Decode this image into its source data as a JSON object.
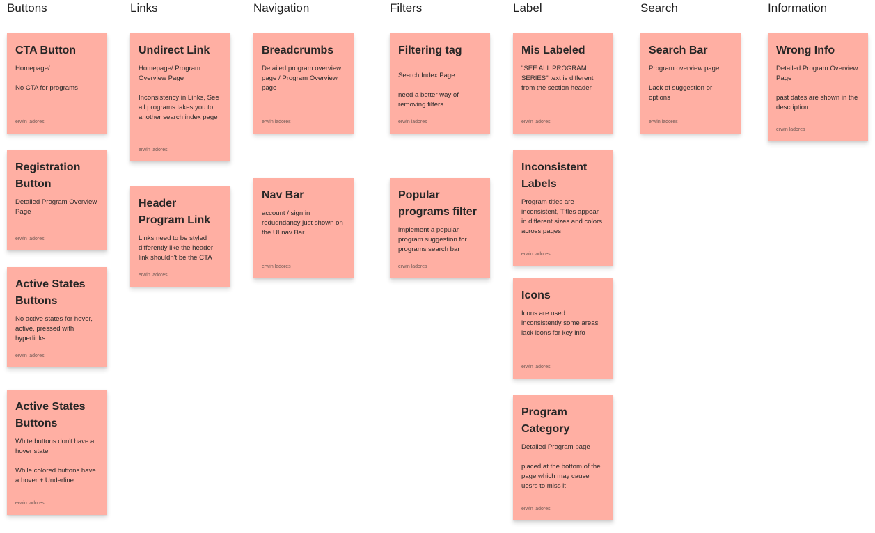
{
  "columns": [
    {
      "label": "Buttons"
    },
    {
      "label": "Links"
    },
    {
      "label": "Navigation"
    },
    {
      "label": "Filters"
    },
    {
      "label": "Label"
    },
    {
      "label": "Search"
    },
    {
      "label": "Information"
    }
  ],
  "notes": [
    {
      "title": "CTA Button",
      "body": "Homepage/\n\nNo CTA for programs",
      "author": "erwin ladores"
    },
    {
      "title": "Registration Button",
      "body": "Detailed Program Overview Page",
      "author": "erwin ladores"
    },
    {
      "title": "Active States Buttons",
      "body": "No active states for hover, active, pressed with hyperlinks",
      "author": "erwin ladores"
    },
    {
      "title": "Active States Buttons",
      "body": "White buttons don't have a hover state\n\nWhile colored buttons have a hover + Underline",
      "author": "erwin ladores"
    },
    {
      "title": "Undirect Link",
      "body": "Homepage/ Program Overview Page\n\nInconsistency in Links, See all programs takes you to another search index page",
      "author": "erwin ladores"
    },
    {
      "title": "Header Program Link",
      "body": "Links need to be styled differently like the header link shouldn't be the CTA",
      "author": "erwin ladores"
    },
    {
      "title": "Breadcrumbs",
      "body": "Detailed program overview page / Program Overview page",
      "author": "erwin ladores"
    },
    {
      "title": "Nav Bar",
      "body": "account / sign in redudndancy just shown on the UI nav Bar",
      "author": "erwin ladores"
    },
    {
      "title": "Filtering tag",
      "body": "Search Index Page\n\nneed a better way of removing filters",
      "author": "erwin ladores"
    },
    {
      "title": "Popular programs filter",
      "body": "implement a popular program suggestion for programs search bar",
      "author": "erwin ladores"
    },
    {
      "title": "Mis Labeled",
      "body": "\"SEE ALL PROGRAM SERIES\" text is different from the section header",
      "author": "erwin ladores"
    },
    {
      "title": "Inconsistent Labels",
      "body": "Program titles are inconsistent, Titles appear in different sizes and colors across pages",
      "author": "erwin ladores"
    },
    {
      "title": "Icons",
      "body": "Icons are used inconsistently some areas lack icons for key info",
      "author": "erwin ladores"
    },
    {
      "title": "Program Category",
      "body": "Detailed Program page\n\nplaced at the bottom of the page which may cause uesrs to miss it",
      "author": "erwin ladores"
    },
    {
      "title": "Search Bar",
      "body": "Program overview page\n\nLack of suggestion or options",
      "author": "erwin ladores"
    },
    {
      "title": "Wrong Info",
      "body": "Detailed Program Overview Page\n\npast dates are shown in the description",
      "author": "erwin ladores"
    }
  ]
}
